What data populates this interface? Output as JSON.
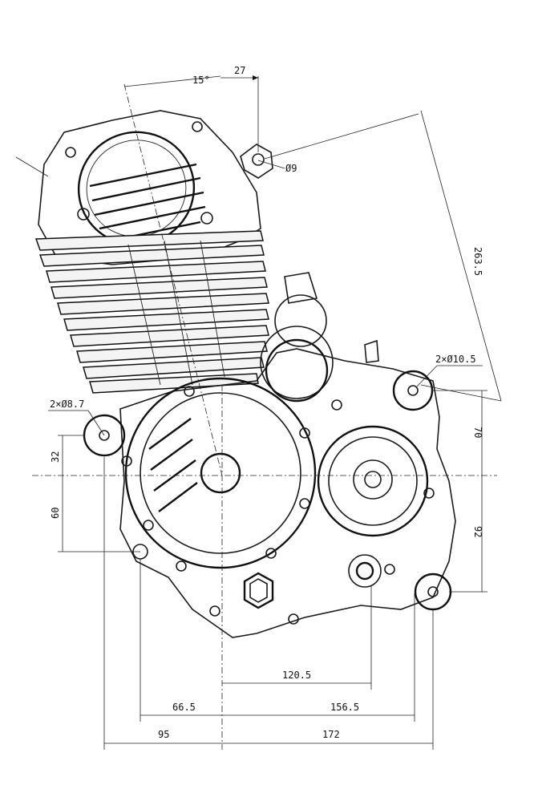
{
  "drawing": {
    "dimensions": {
      "angle_15": "15°",
      "top_27": "27",
      "phi_9": "Ø9",
      "diag_263_5": "263.5",
      "mount_right": "2×Ø10.5",
      "mount_left": "2×Ø8.7",
      "left_32": "32",
      "left_60": "60",
      "right_70": "70",
      "right_92": "92",
      "bottom_120_5": "120.5",
      "bottom_66_5": "66.5",
      "bottom_156_5": "156.5",
      "bottom_95": "95",
      "bottom_172": "172"
    }
  }
}
